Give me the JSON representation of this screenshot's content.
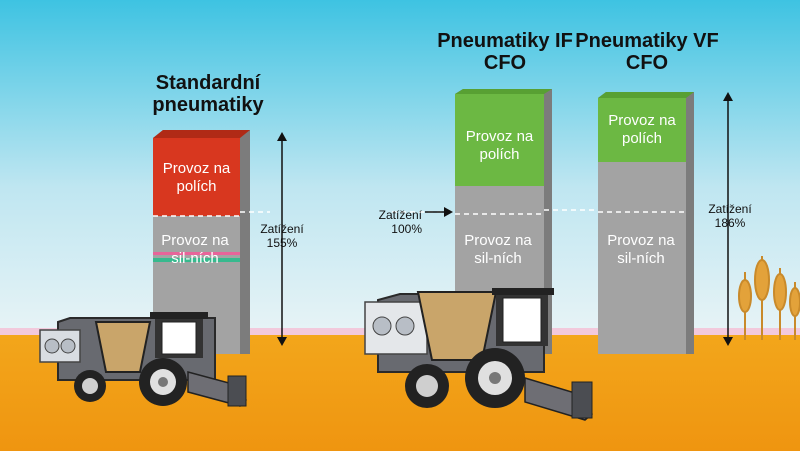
{
  "columns": [
    {
      "title": "Standardní pneumatiky",
      "field_label": "Provoz na polích",
      "road_label": "Provoz na sil-ních",
      "load_label": "Zatížení 155%",
      "field_color": "#d8371f"
    },
    {
      "title": "Pneumatiky IF CFO",
      "field_label": "Provoz na polích",
      "road_label": "Provoz na sil-ních",
      "load_label": "Zatížení 100%",
      "field_color": "#6cb843"
    },
    {
      "title": "Pneumatiky VF CFO",
      "field_label": "Provoz na polích",
      "road_label": "Provoz na sil-ních",
      "load_label": "Zatížení 186%",
      "field_color": "#6cb843"
    }
  ],
  "colors": {
    "sky_top": "#3ec3e2",
    "sky_bottom": "#dff1f6",
    "ground": "#f0a016",
    "column_grey": "#9c9c9c",
    "accent_pink": "#e8649a",
    "accent_teal": "#37b98e"
  },
  "icons": [
    "combine-harvester-icon",
    "wheat-icon"
  ]
}
